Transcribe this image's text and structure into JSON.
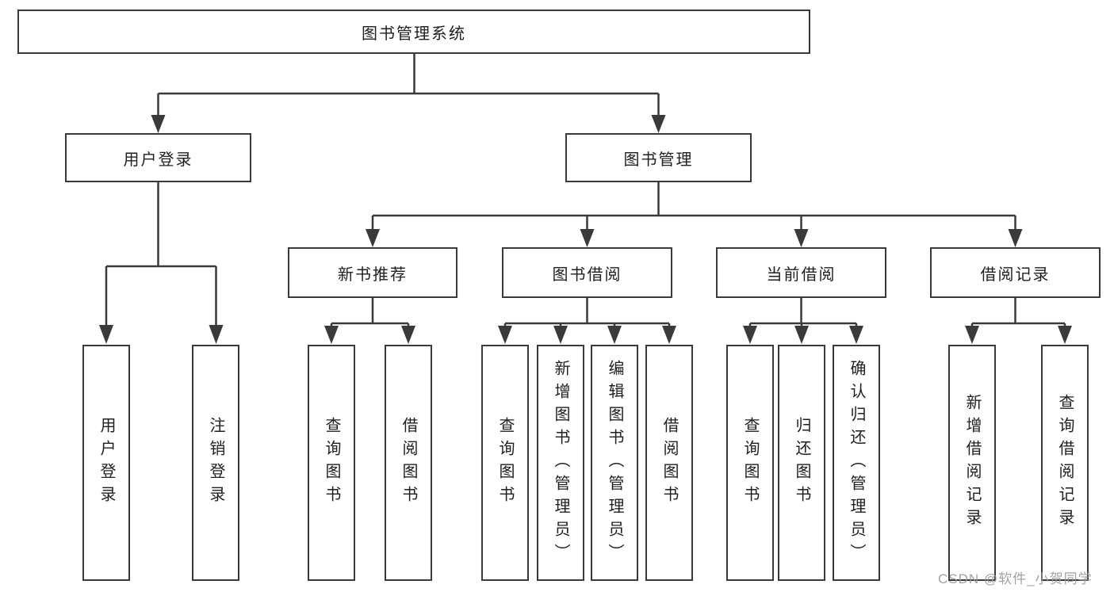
{
  "diagram": {
    "title": "图书管理系统",
    "root": {
      "label": "图书管理系统"
    },
    "level2": [
      {
        "label": "用户登录"
      },
      {
        "label": "图书管理"
      }
    ],
    "level3": [
      {
        "label": "新书推荐",
        "parent": "图书管理"
      },
      {
        "label": "图书借阅",
        "parent": "图书管理"
      },
      {
        "label": "当前借阅",
        "parent": "图书管理"
      },
      {
        "label": "借阅记录",
        "parent": "图书管理"
      }
    ],
    "leaves": [
      {
        "label": "用户登录",
        "parent": "用户登录"
      },
      {
        "label": "注销登录",
        "parent": "用户登录"
      },
      {
        "label": "查询图书",
        "parent": "新书推荐"
      },
      {
        "label": "借阅图书",
        "parent": "新书推荐"
      },
      {
        "label": "查询图书",
        "parent": "图书借阅"
      },
      {
        "label": "新增图书（管理员）",
        "parent": "图书借阅"
      },
      {
        "label": "编辑图书（管理员）",
        "parent": "图书借阅"
      },
      {
        "label": "借阅图书",
        "parent": "图书借阅"
      },
      {
        "label": "查询图书",
        "parent": "当前借阅"
      },
      {
        "label": "归还图书",
        "parent": "当前借阅"
      },
      {
        "label": "确认归还（管理员）",
        "parent": "当前借阅"
      },
      {
        "label": "新增借阅记录",
        "parent": "借阅记录"
      },
      {
        "label": "查询借阅记录",
        "parent": "借阅记录"
      }
    ]
  },
  "watermark": "CSDN @软件_小贺同学",
  "colors": {
    "line": "#3a3a3a",
    "box_border": "#3a3a3a",
    "text": "#1f1f1f",
    "watermark": "#989898",
    "background": "#ffffff"
  }
}
